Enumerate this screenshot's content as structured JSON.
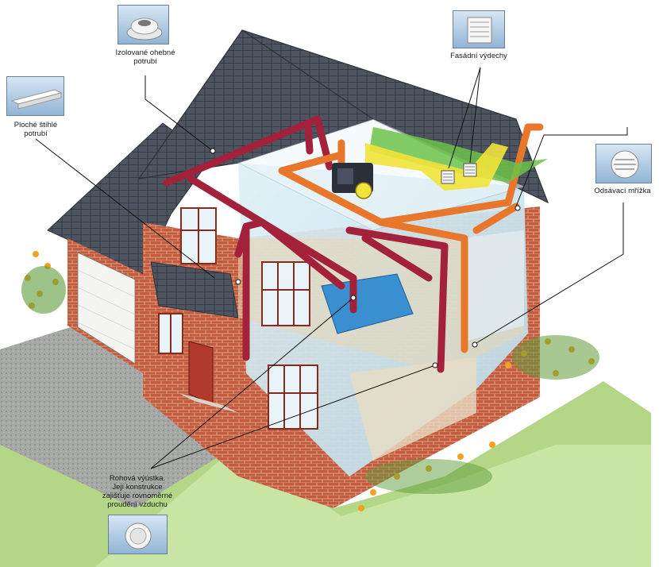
{
  "labels": {
    "insulated_pipe": [
      "Izolované ohebné",
      "potrubí"
    ],
    "flat_pipe": [
      "Ploché štíhlé",
      "potrubí"
    ],
    "facade_outlets": [
      "Fasádní výdechy"
    ],
    "exhaust_grille": [
      "Odsávací mřížka"
    ],
    "corner_outlet": [
      "Rohová výústka.",
      "Její konstrukce",
      "zajišťuje rovnoměrné",
      "proudění vzduchu"
    ]
  },
  "colors": {
    "supply_duct": "#a3213a",
    "exhaust_duct": "#e8772c",
    "fresh_air_flow": "#6cc24a",
    "exhaust_air_flow": "#f2e33a",
    "roof": "#4f5560",
    "brick": "#c05a3c",
    "lawn": "#a9d07a",
    "unit": "#2a2f3a",
    "thumb_bg": "#b9d1e8"
  }
}
